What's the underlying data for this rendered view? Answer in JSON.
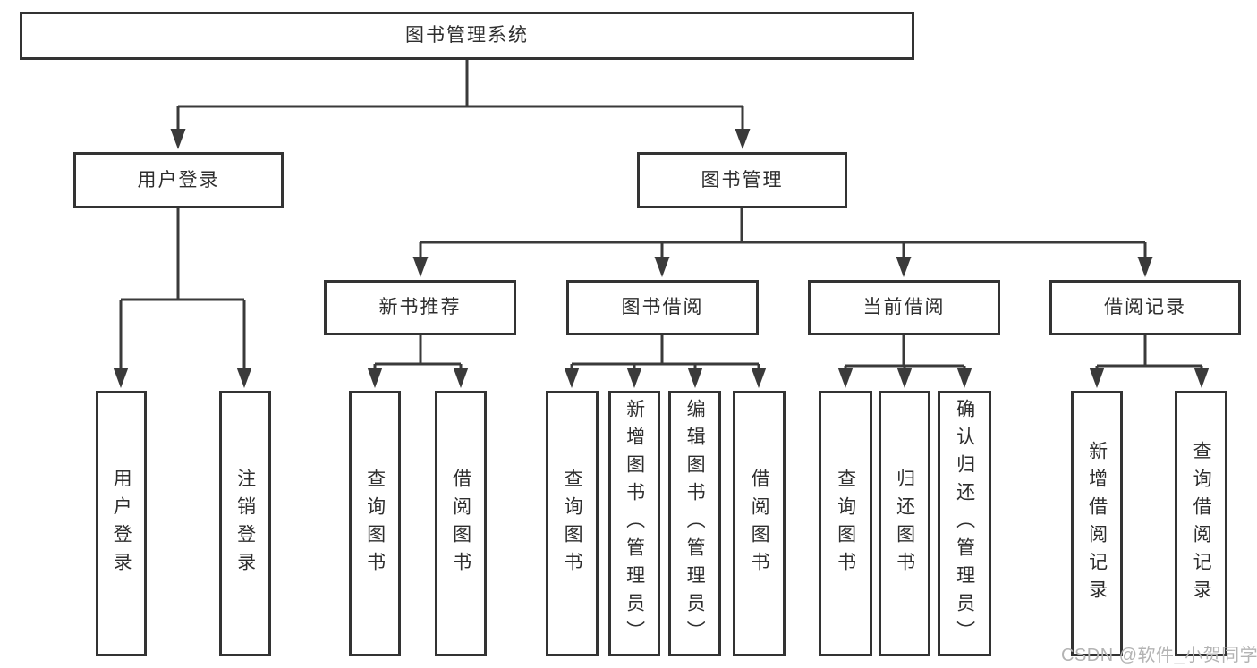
{
  "diagram": {
    "root": {
      "label": "图书管理系统"
    },
    "level2": [
      {
        "label": "用户登录"
      },
      {
        "label": "图书管理"
      }
    ],
    "level3": [
      {
        "label": "新书推荐"
      },
      {
        "label": "图书借阅"
      },
      {
        "label": "当前借阅"
      },
      {
        "label": "借阅记录"
      }
    ],
    "leaves": {
      "login": [
        {
          "label": "用户登录"
        },
        {
          "label": "注销登录"
        }
      ],
      "recommend": [
        {
          "label": "查询图书"
        },
        {
          "label": "借阅图书"
        }
      ],
      "borrow": [
        {
          "label": "查询图书"
        },
        {
          "label": "新增图书（管理员）"
        },
        {
          "label": "编辑图书（管理员）"
        },
        {
          "label": "借阅图书"
        }
      ],
      "current": [
        {
          "label": "查询图书"
        },
        {
          "label": "归还图书"
        },
        {
          "label": "确认归还（管理员）"
        }
      ],
      "records": [
        {
          "label": "新增借阅记录"
        },
        {
          "label": "查询借阅记录"
        }
      ]
    }
  },
  "watermark": {
    "text": "CSDN @软件_小贺同学",
    "color": "#b3b3b3"
  },
  "colors": {
    "line": "#3a3a3a",
    "box_border": "#333333",
    "text": "#2e2e2e",
    "background": "#ffffff"
  }
}
